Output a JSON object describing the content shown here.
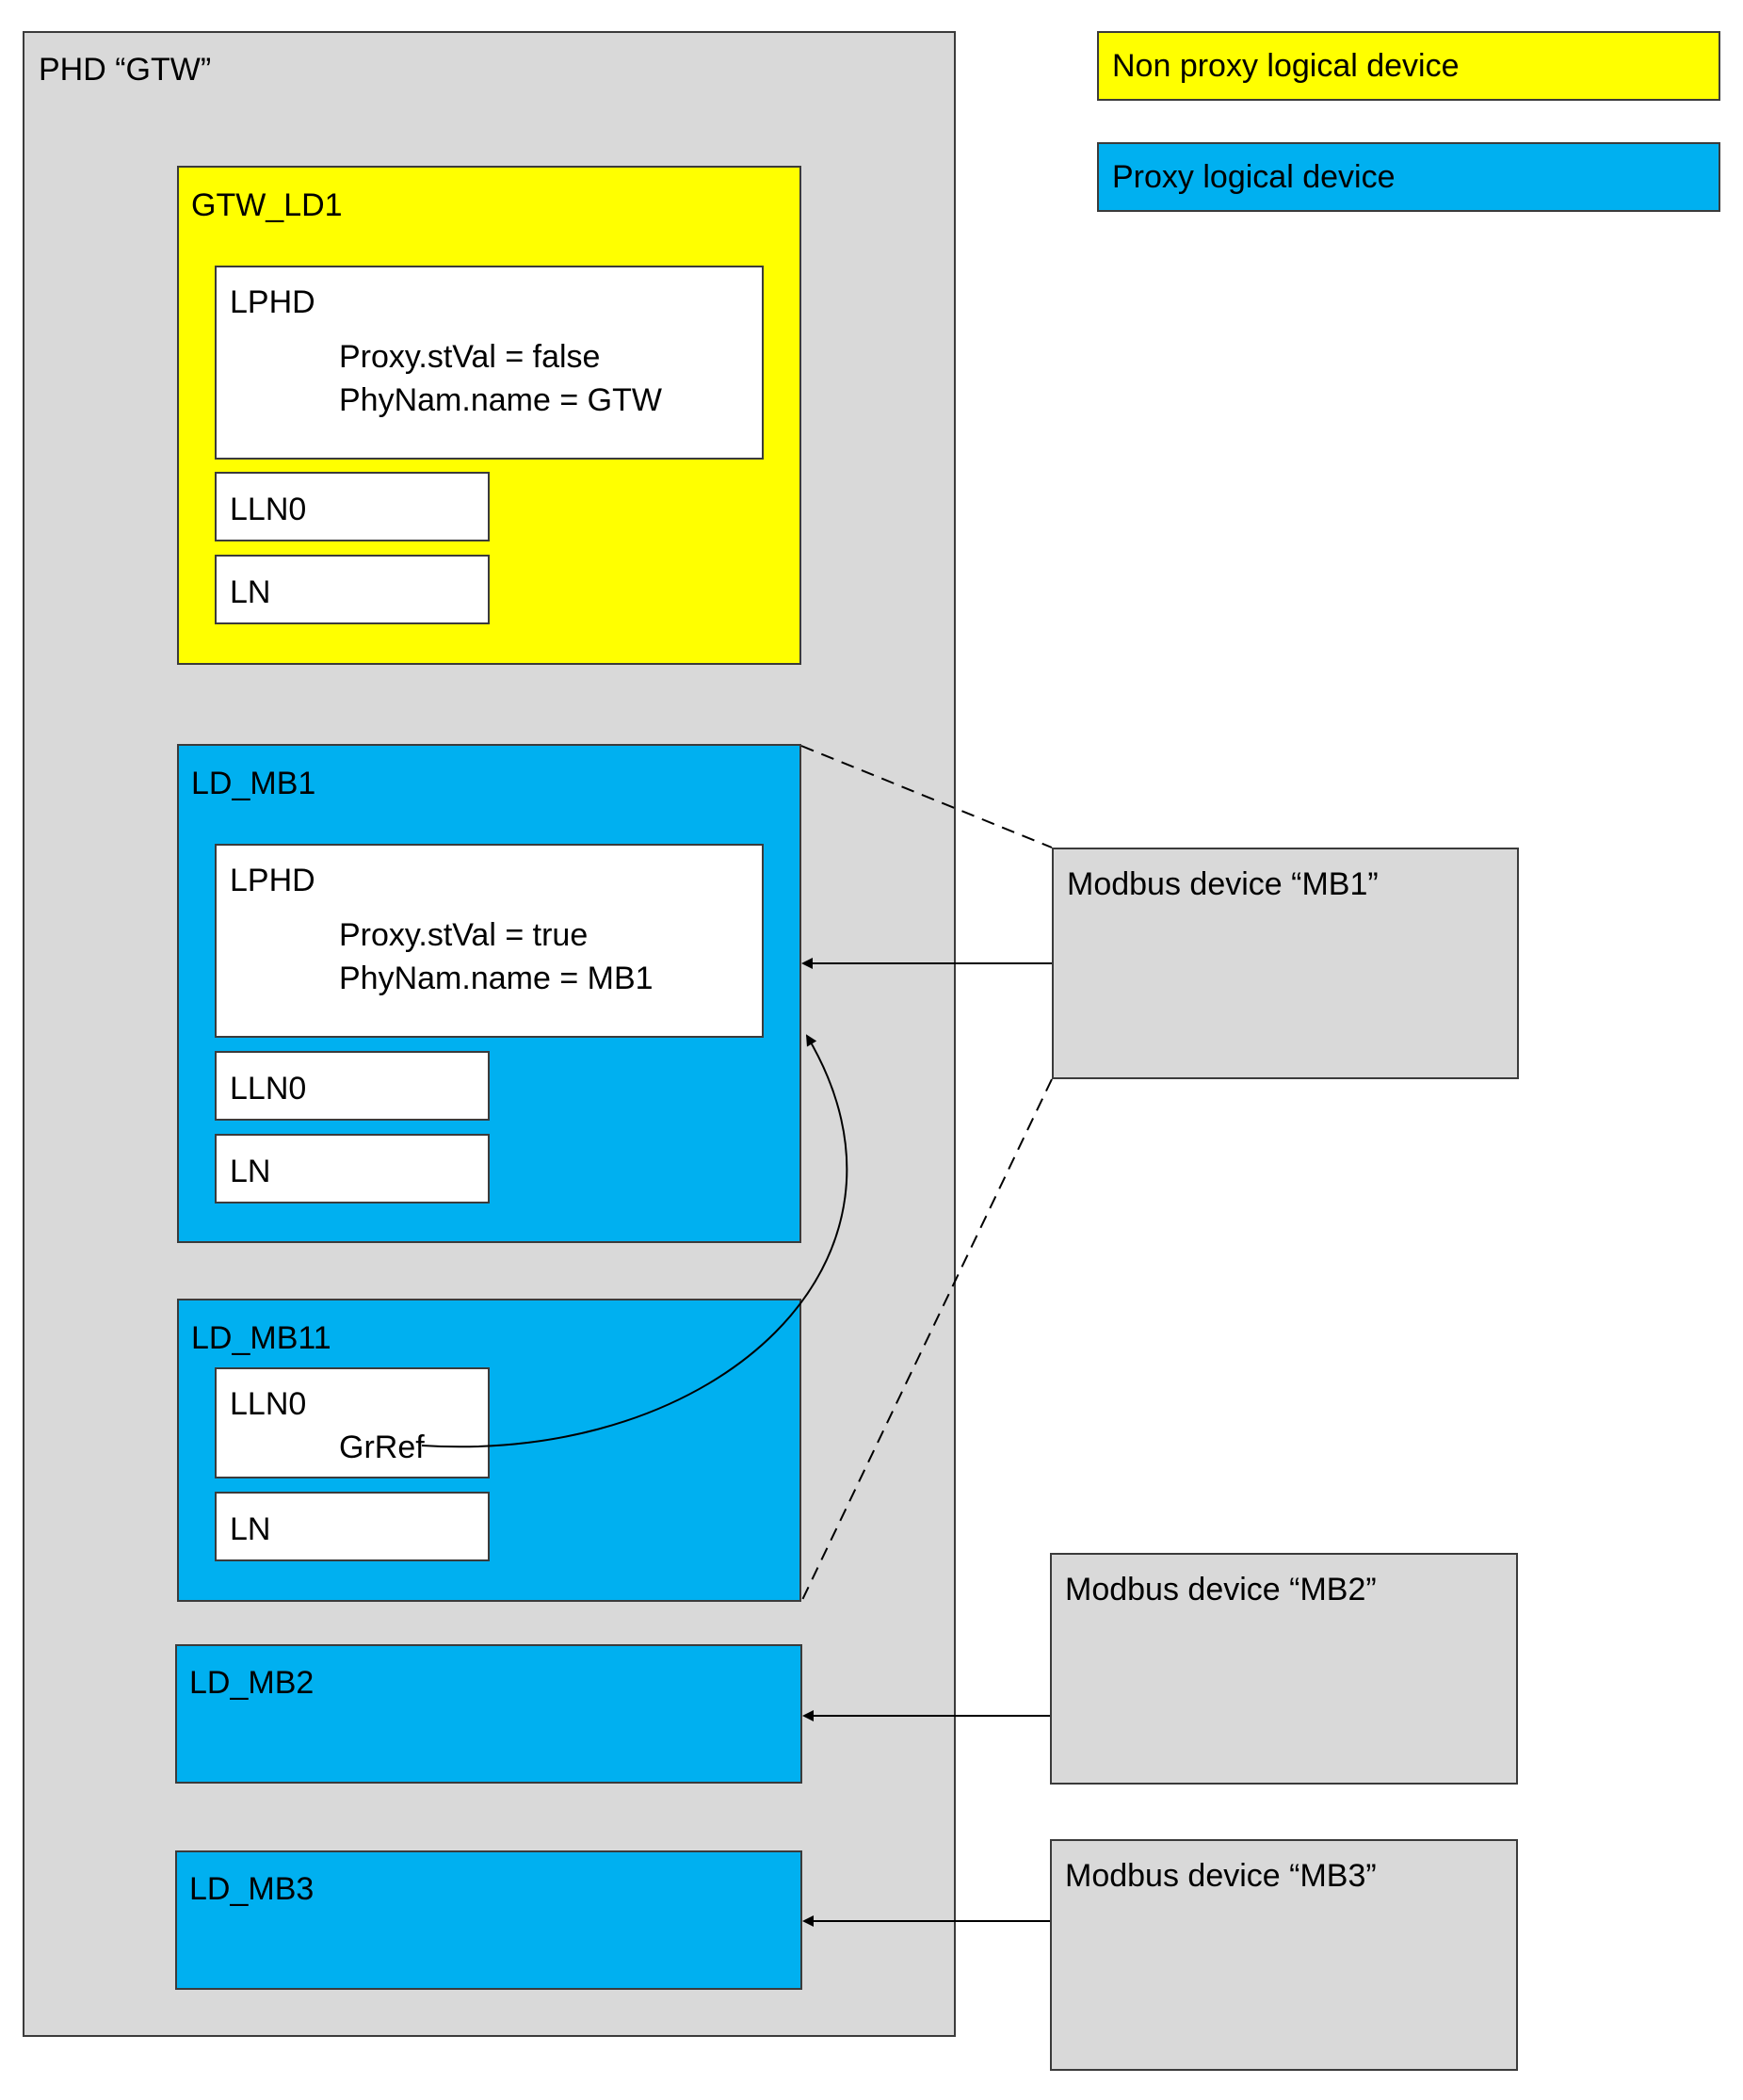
{
  "legend": {
    "non_proxy": "Non proxy logical device",
    "proxy": "Proxy logical device"
  },
  "phd": {
    "title": "PHD “GTW”"
  },
  "gtw_ld1": {
    "title": "GTW_LD1",
    "lphd": {
      "title": "LPHD",
      "line1": "Proxy.stVal = false",
      "line2": "PhyNam.name = GTW"
    },
    "lln0": "LLN0",
    "ln": "LN"
  },
  "ld_mb1": {
    "title": "LD_MB1",
    "lphd": {
      "title": "LPHD",
      "line1": "Proxy.stVal = true",
      "line2": "PhyNam.name = MB1"
    },
    "lln0": "LLN0",
    "ln": "LN"
  },
  "ld_mb11": {
    "title": "LD_MB11",
    "lln0": {
      "title": "LLN0",
      "grref": "GrRef"
    },
    "ln": "LN"
  },
  "ld_mb2": {
    "title": "LD_MB2"
  },
  "ld_mb3": {
    "title": "LD_MB3"
  },
  "modbus": {
    "mb1": "Modbus device “MB1”",
    "mb2": "Modbus device “MB2”",
    "mb3": "Modbus device “MB3”"
  },
  "colors": {
    "non_proxy": "#ffff00",
    "proxy": "#00b0f0",
    "container": "#d9d9d9"
  }
}
